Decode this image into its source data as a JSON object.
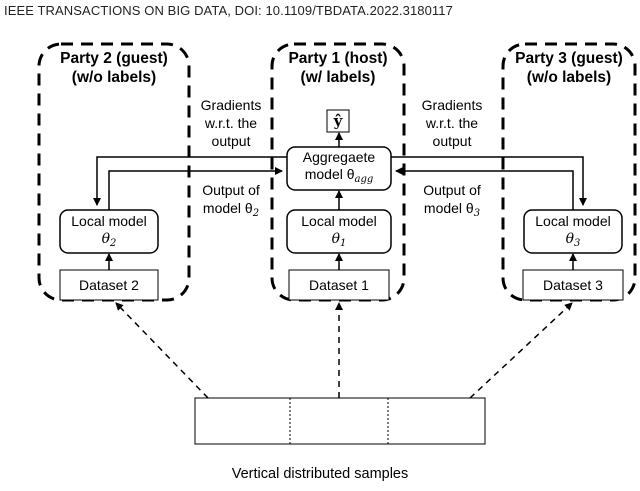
{
  "header": {
    "text": "IEEE TRANSACTIONS ON BIG DATA, DOI: 10.1109/TBDATA.2022.3180117"
  },
  "parties": {
    "p2": {
      "title": "Party 2 (guest)",
      "subtitle": "(w/o labels)",
      "local_model": "Local model",
      "theta": "θ",
      "theta_sub": "2",
      "dataset": "Dataset 2"
    },
    "p1": {
      "title": "Party 1 (host)",
      "subtitle": "(w/ labels)",
      "local_model": "Local model",
      "theta": "θ",
      "theta_sub": "1",
      "dataset": "Dataset 1",
      "agg_line1": "Aggregaete",
      "agg_line2": "model θ",
      "agg_sub": "agg",
      "output": "ŷ"
    },
    "p3": {
      "title": "Party 3 (guest)",
      "subtitle": "(w/o labels)",
      "local_model": "Local model",
      "theta": "θ",
      "theta_sub": "3",
      "dataset": "Dataset 3"
    }
  },
  "arrows": {
    "grad_left": [
      "Gradients",
      "w.r.t. the",
      "output"
    ],
    "grad_right": [
      "Gradients",
      "w.r.t. the",
      "output"
    ],
    "out_left_line1": "Output of",
    "out_left_line2": "model θ",
    "out_left_sub": "2",
    "out_right_line1": "Output of",
    "out_right_line2": "model θ",
    "out_right_sub": "3"
  },
  "footer": {
    "caption": "Vertical distributed samples"
  },
  "colors": {
    "stroke": "#000000",
    "background": "#ffffff"
  }
}
